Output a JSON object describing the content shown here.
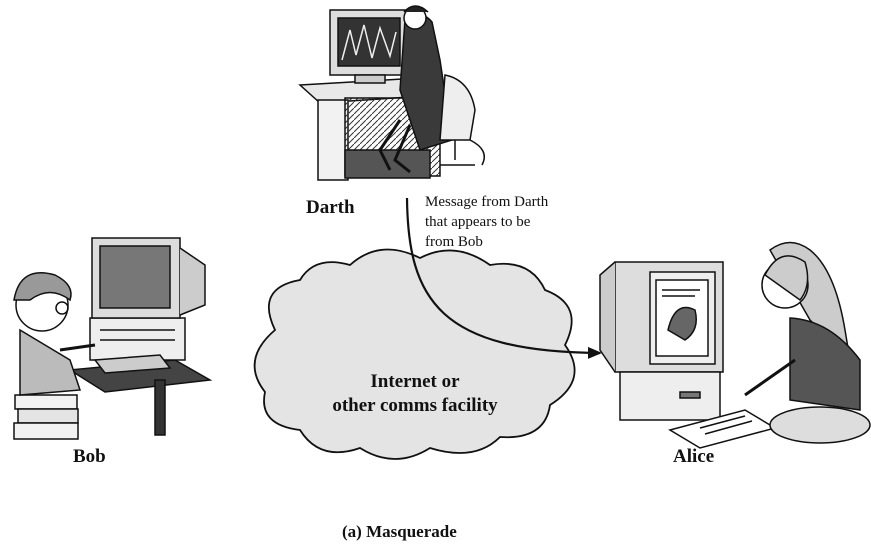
{
  "labels": {
    "darth": "Darth",
    "bob": "Bob",
    "alice": "Alice",
    "message": "Message from Darth\nthat appears to be\nfrom Bob",
    "cloud": "Internet or\nother comms facility",
    "caption": "(a) Masquerade"
  },
  "figures": {
    "darth": "darth-at-computer-illustration",
    "bob": "bob-at-computer-illustration",
    "alice": "alice-at-computer-illustration"
  }
}
